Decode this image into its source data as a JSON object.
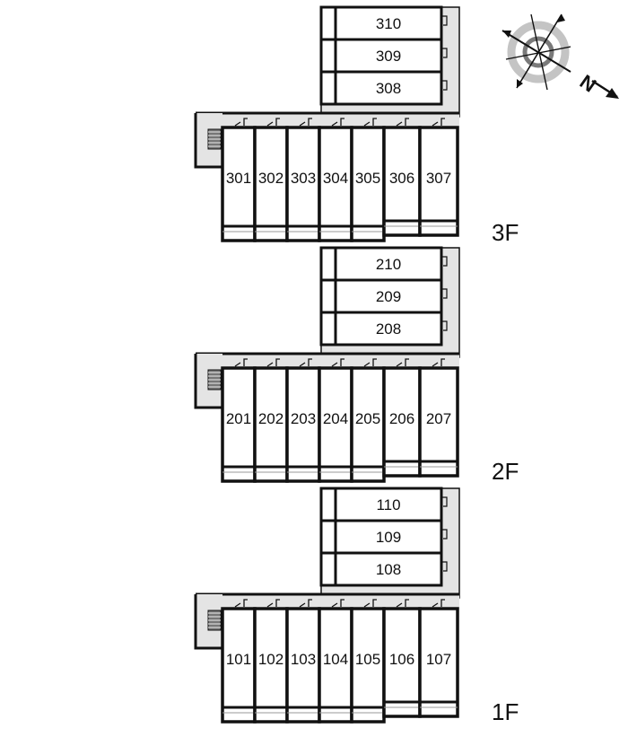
{
  "diagram": {
    "type": "apartment-floor-plan",
    "compass": {
      "icon": "compass-rose-icon",
      "north_label": "N",
      "north_direction": "lower-right"
    },
    "floors": [
      {
        "label": "3F",
        "side_units": [
          "310",
          "309",
          "308"
        ],
        "row_units": [
          "301",
          "302",
          "303",
          "304",
          "305",
          "306",
          "307"
        ]
      },
      {
        "label": "2F",
        "side_units": [
          "210",
          "209",
          "208"
        ],
        "row_units": [
          "201",
          "202",
          "203",
          "204",
          "205",
          "206",
          "207"
        ]
      },
      {
        "label": "1F",
        "side_units": [
          "110",
          "109",
          "108"
        ],
        "row_units": [
          "101",
          "102",
          "103",
          "104",
          "105",
          "106",
          "107"
        ]
      }
    ],
    "colors": {
      "wall": "#111111",
      "corridor": "#e4e4e4",
      "stair": "#777777",
      "room": "#ffffff",
      "compass_ring_outer": "#bdbdbd",
      "compass_ring_inner": "#7a7a7a"
    }
  }
}
